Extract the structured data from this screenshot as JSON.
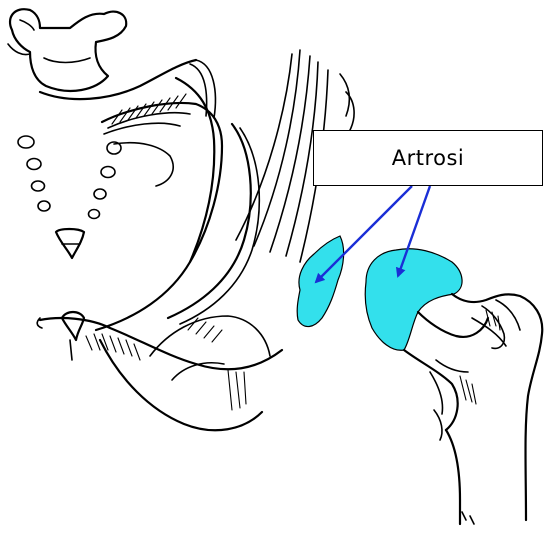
{
  "annotation": {
    "label": "Artrosi",
    "highlight_color": "#33E0EC",
    "arrow_color": "#1A2ED6"
  },
  "regions": [
    {
      "name": "acetabulum-arthrosis",
      "color": "#33E0EC"
    },
    {
      "name": "femoral-head-arthrosis",
      "color": "#33E0EC"
    }
  ]
}
